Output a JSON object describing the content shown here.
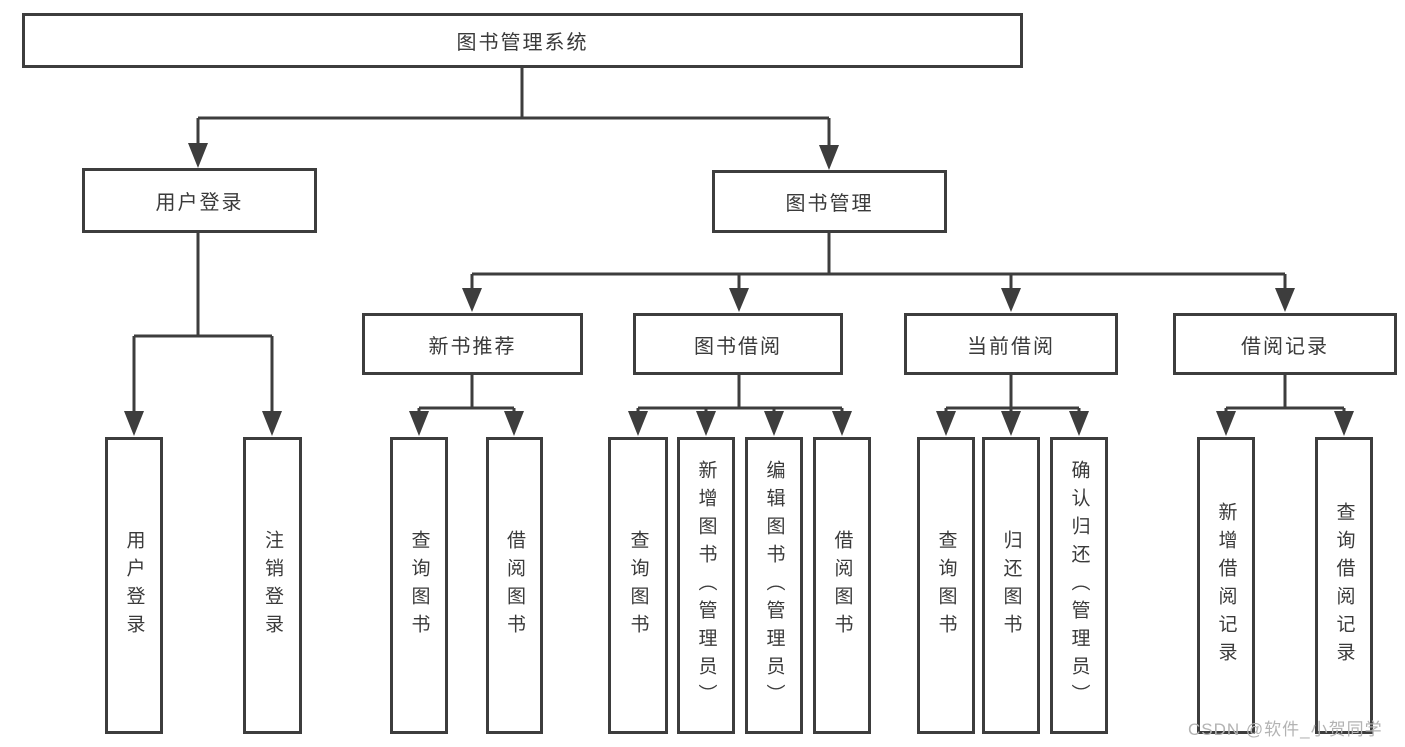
{
  "title": "图书管理系统",
  "tree": {
    "root": {
      "label": "图书管理系统"
    },
    "branches": [
      {
        "label": "用户登录",
        "children": [
          "用户登录",
          "注销登录"
        ]
      },
      {
        "label": "图书管理",
        "sections": [
          {
            "label": "新书推荐",
            "children": [
              "查询图书",
              "借阅图书"
            ]
          },
          {
            "label": "图书借阅",
            "children": [
              "查询图书",
              "新增图书（管理员）",
              "编辑图书（管理员）",
              "借阅图书"
            ]
          },
          {
            "label": "当前借阅",
            "children": [
              "查询图书",
              "归还图书",
              "确认归还（管理员）"
            ]
          },
          {
            "label": "借阅记录",
            "children": [
              "新增借阅记录",
              "查询借阅记录"
            ]
          }
        ]
      }
    ]
  },
  "watermark": "CSDN @软件_小贺同学",
  "colors": {
    "line": "#3d3d3d",
    "text": "#3a3a3a",
    "background": "#ffffff",
    "watermark": "#b3b3b3"
  }
}
